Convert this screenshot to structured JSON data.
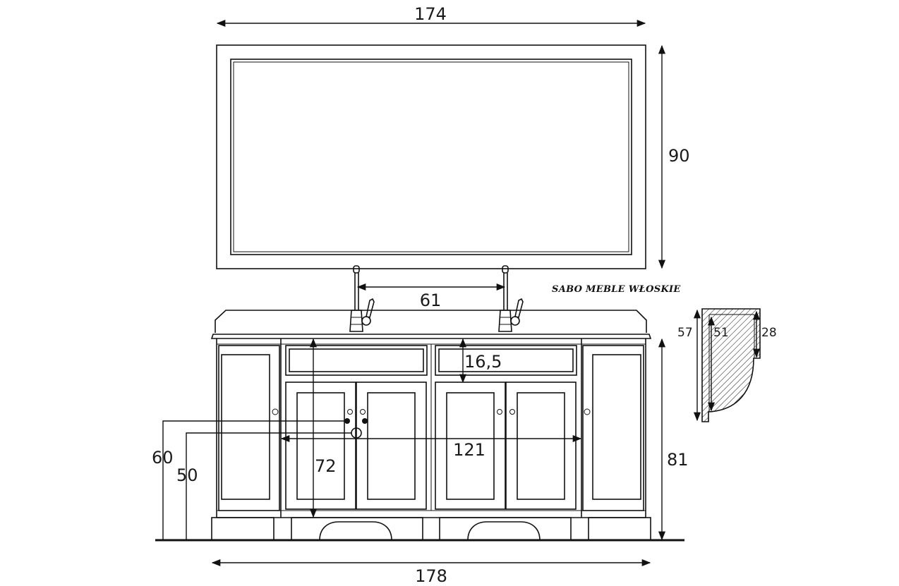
{
  "brand": "SABO MEBLE WŁOSKIE",
  "dimensions": {
    "mirror_width": "174",
    "mirror_height": "90",
    "faucet_spacing": "61",
    "drawer_height": "16,5",
    "cabinet_inner_height": "72",
    "doors_width": "121",
    "drain_height_upper": "60",
    "drain_height_lower": "50",
    "cabinet_height": "81",
    "cabinet_width": "178",
    "profile_total": "57",
    "profile_inner": "51",
    "profile_depth": "28"
  }
}
